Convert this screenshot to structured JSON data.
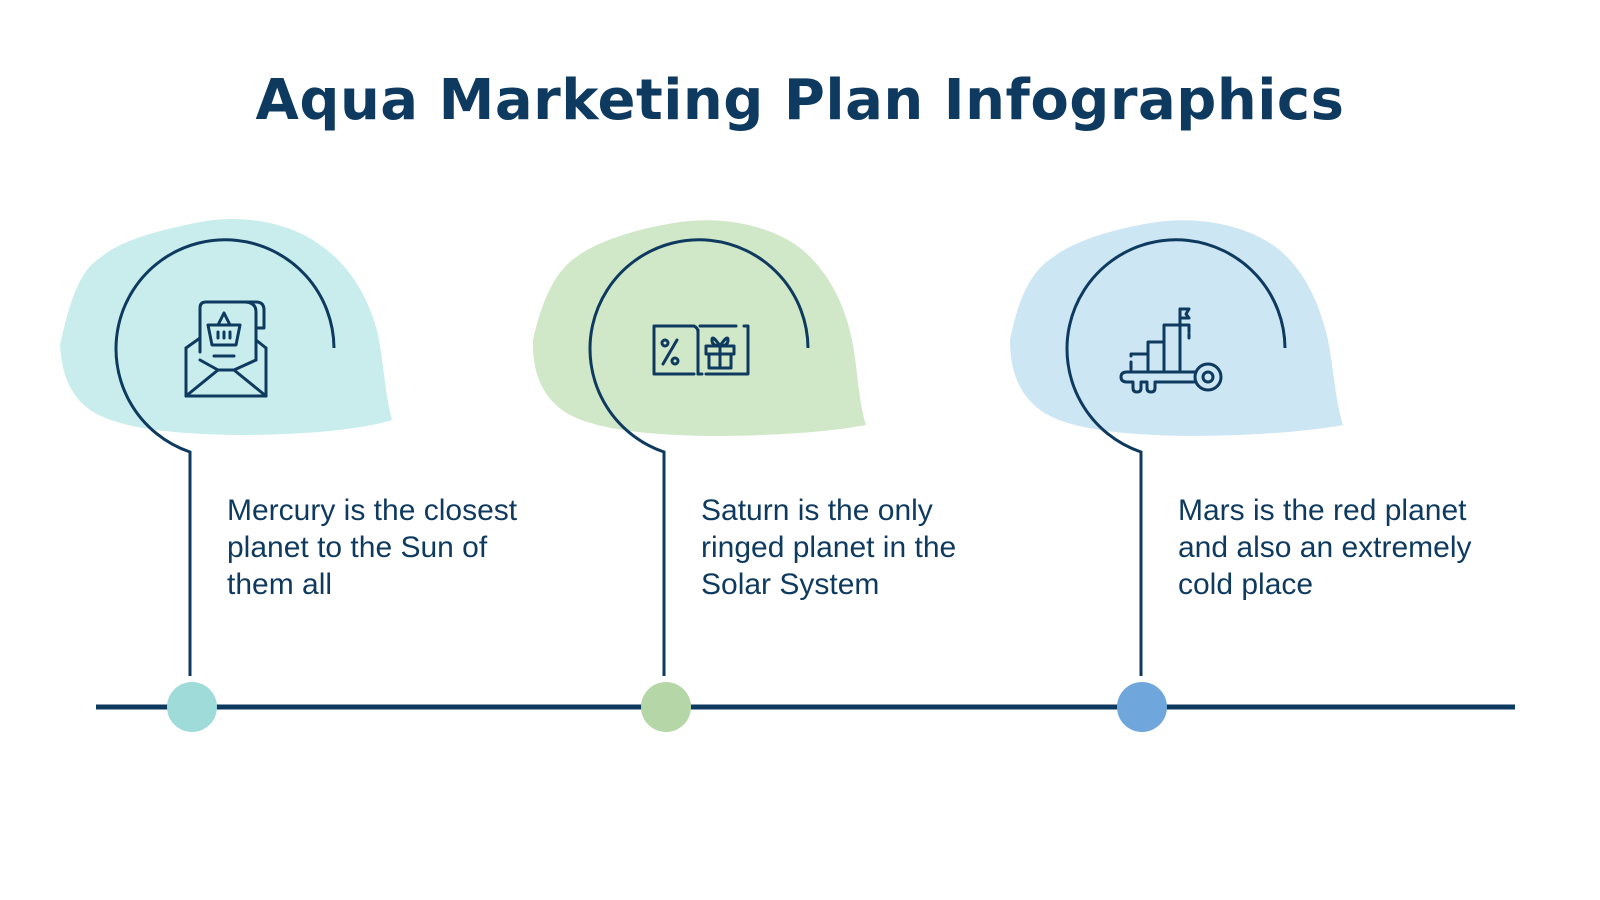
{
  "title": "Aqua Marketing Plan Infographics",
  "colors": {
    "navy": "#0f3a5f",
    "aqua_blob": "#c9eded",
    "green_blob": "#d0e7c8",
    "blue_blob": "#cde6f3",
    "aqua_dot": "#9fdbd9",
    "green_dot": "#b5d6a6",
    "blue_dot": "#6fa6dc"
  },
  "steps": [
    {
      "icon": "email-shopping-basket-icon",
      "text": "Mercury is the closest\nplanet  to the Sun of\nthem all"
    },
    {
      "icon": "discount-gift-coupon-icon",
      "text": "Saturn is the only\nringed planet in the\nSolar System"
    },
    {
      "icon": "growth-chart-key-icon",
      "text": "Mars is the red planet\nand also an extremely\ncold place"
    }
  ]
}
